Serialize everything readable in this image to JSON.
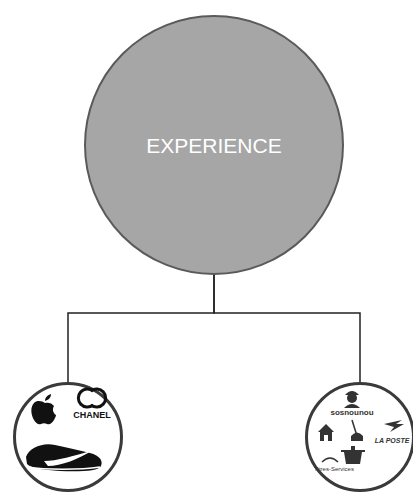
{
  "diagram": {
    "nodes": [
      {
        "text": [
          "EXPERIENCE"
        ]
      },
      {
        "text": [
          "CHANEL"
        ]
      },
      {
        "text": [
          "sosnounou",
          "LA POSTE",
          "Titres-Services"
        ]
      }
    ],
    "edges": [
      {
        "from": 0,
        "to": 1,
        "arrow": "none"
      },
      {
        "from": 0,
        "to": 2,
        "arrow": "none"
      }
    ]
  }
}
